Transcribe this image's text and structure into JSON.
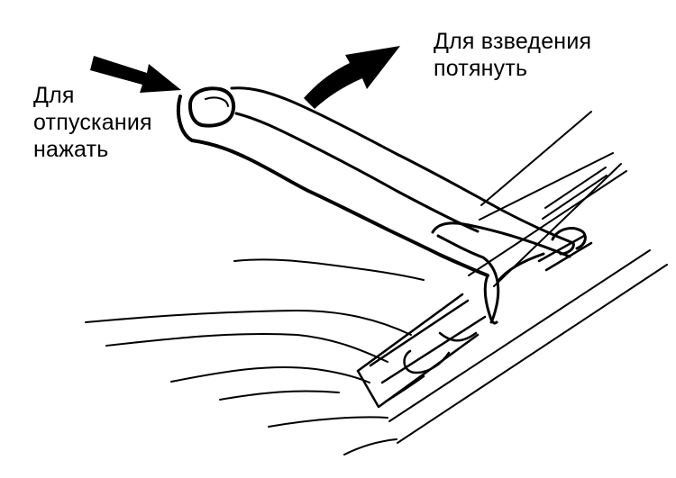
{
  "labels": {
    "release": {
      "lines": [
        "Для",
        "отпускания",
        "нажать"
      ]
    },
    "cock": {
      "lines": [
        "Для взведения",
        "потянуть"
      ]
    }
  },
  "colors": {
    "ink": "#000000",
    "paper": "#ffffff"
  },
  "icons": {
    "push_arrow": "arrow-right-down-icon",
    "pull_arrow": "arrow-curved-up-right-icon"
  }
}
